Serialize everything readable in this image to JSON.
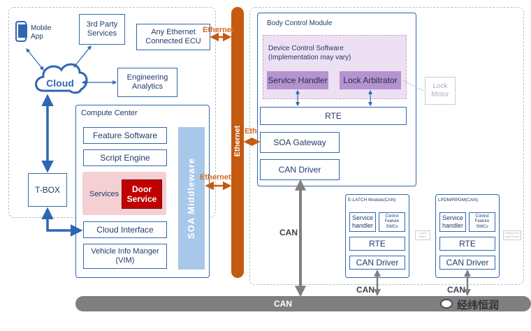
{
  "diagram": {
    "mobile_app": "Mobile App",
    "third_party": "3rd Party Services",
    "any_ethernet_ecu": "Any Ethernet Connected ECU",
    "cloud": "Cloud",
    "engineering_analytics": "Engineering Analytics",
    "tbox": "T-BOX",
    "compute_center": {
      "title": "Compute Center",
      "feature_software": "Feature Software",
      "script_engine": "Script Engine",
      "services": "Services",
      "door_service": "Door Service",
      "soa_middleware": "SOA Middleware",
      "cloud_interface": "Cloud Interface",
      "vim": "Vehicle Info Manger (VIM)"
    },
    "ethernet_bus": "Ethernet",
    "ethernet_labels": [
      "Ethernet",
      "Ethernet",
      "Ethernet"
    ],
    "bcm": {
      "title": "Body Control Module",
      "device_control": "Device Control Software (Implementation may vary)",
      "service_handler": "Service Handler",
      "lock_arbitrator": "Lock Arbitrator",
      "rte": "RTE",
      "soa_gateway": "SOA Gateway",
      "can_driver": "CAN Driver"
    },
    "lock_motor": "Lock Motor",
    "elatch": {
      "title": "E-LATCH Module(CAN)",
      "service_handler": "Service handler",
      "control_feature": "Control Feature SWCs",
      "side": "Latch Motor",
      "rte": "RTE",
      "can_driver": "CAN Driver"
    },
    "lpdm": {
      "title": "LPDM/RPDM(CAN)",
      "service_handler": "Service handler",
      "control_feature": "Control Feature SWCs",
      "side": "Sliding Door Latch Motor",
      "rte": "RTE",
      "can_driver": "CAN Driver"
    },
    "can_labels": [
      "CAN",
      "CAN",
      "CAN"
    ],
    "can_bus": "CAN",
    "watermark": "经纬恒润"
  },
  "colors": {
    "blue": "#2e67b1",
    "ethernet_bus": "#c55a11",
    "can_bus": "#7f7f7f",
    "soa_middleware": "#a8c8ea",
    "services_bg": "#f4cfd3",
    "door_service": "#c00000",
    "device_control_bg": "#ede0f3",
    "handler_purple": "#b692d0"
  }
}
